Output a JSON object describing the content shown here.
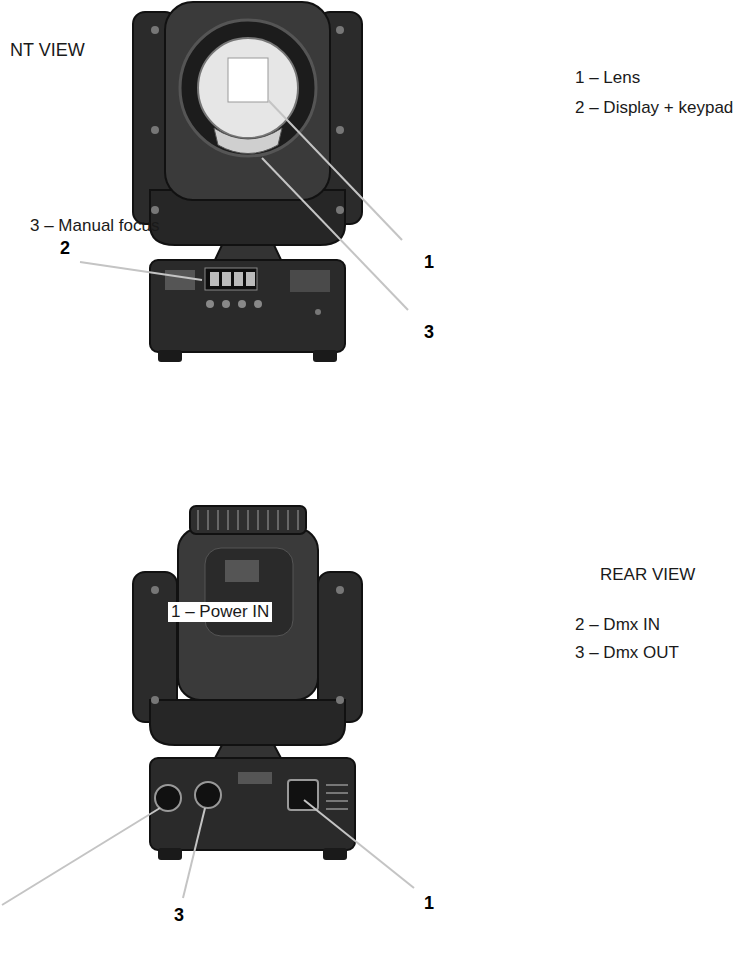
{
  "diagram": {
    "labels": [
      "NT VIEW",
      "1 – Lens",
      "2 – Display + keypad",
      "3 – Manual focus",
      "2",
      "1",
      "3",
      "REAR VIEW",
      "1 – Power IN",
      "2 – Dmx IN",
      "3 – Dmx OUT",
      "3",
      "1"
    ]
  }
}
